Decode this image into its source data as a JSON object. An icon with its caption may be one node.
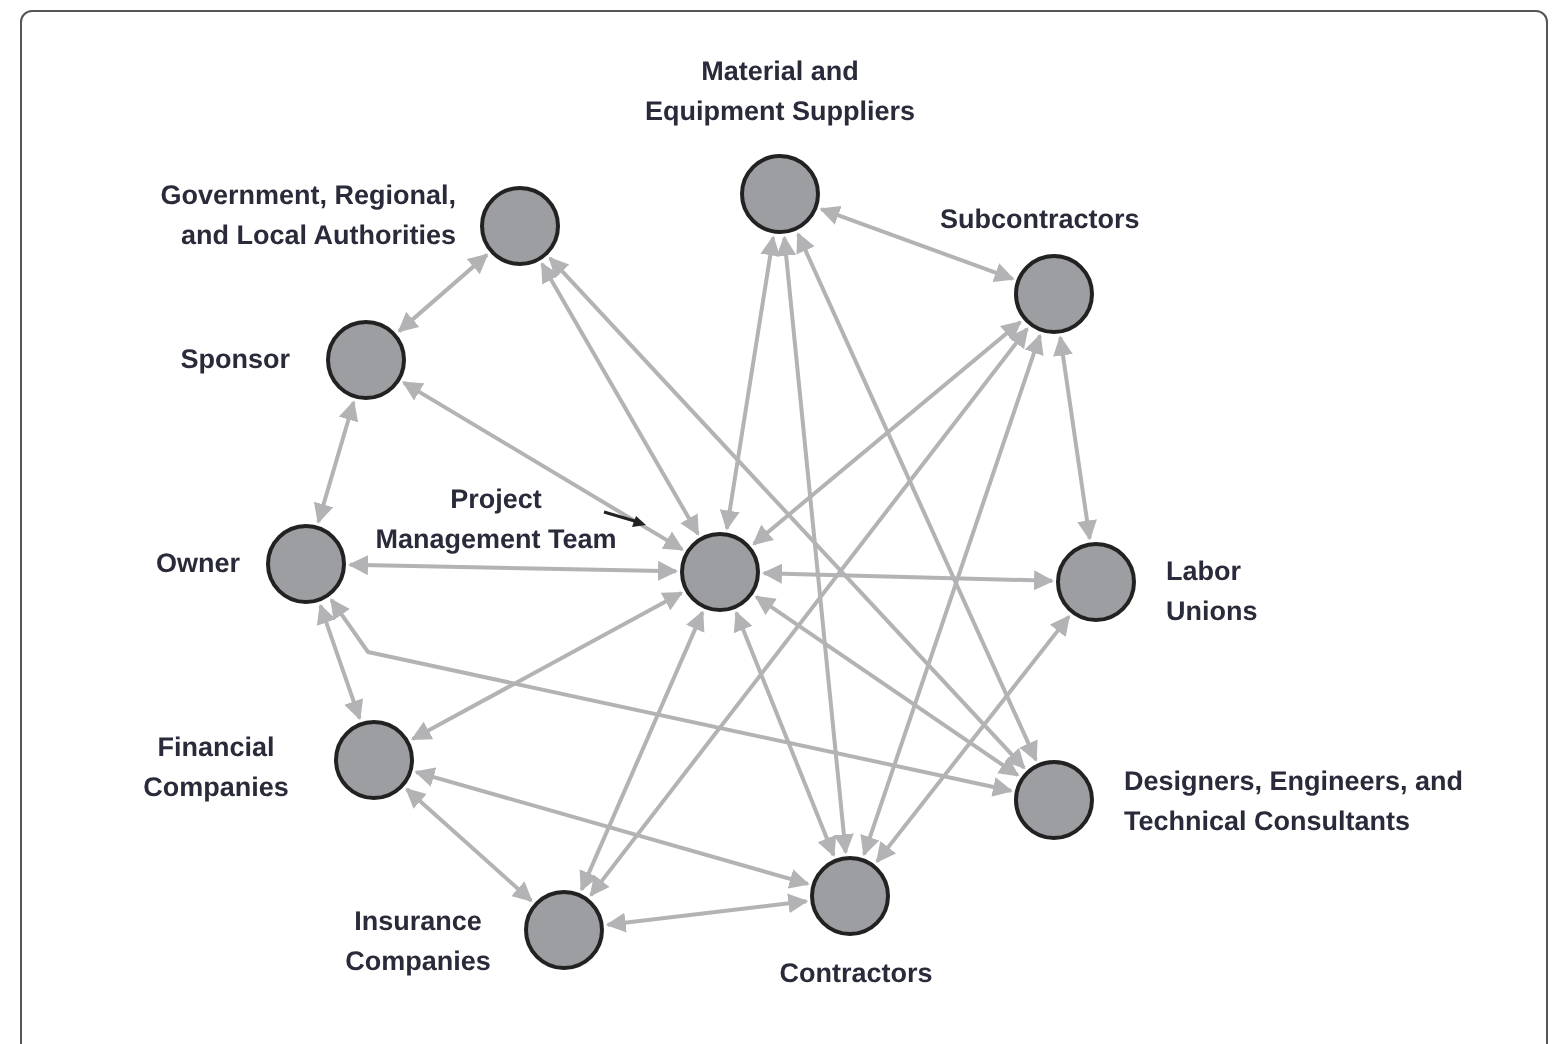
{
  "diagram": {
    "nodes": [
      {
        "text": [
          "Material and Equipment Suppliers"
        ]
      },
      {
        "text": [
          "Government, Regional, and Local Authorities"
        ]
      },
      {
        "text": [
          "Subcontractors"
        ]
      },
      {
        "text": [
          "Sponsor"
        ]
      },
      {
        "text": [
          "Owner"
        ]
      },
      {
        "text": [
          "Project Management Team"
        ]
      },
      {
        "text": [
          "Labor Unions"
        ]
      },
      {
        "text": [
          "Financial Companies"
        ]
      },
      {
        "text": [
          "Designers, Engineers, and Technical Consultants"
        ]
      },
      {
        "text": [
          "Insurance Companies"
        ]
      },
      {
        "text": [
          "Contractors"
        ]
      }
    ],
    "edges": [
      {
        "from": 1,
        "to": 3,
        "arrow": "both"
      },
      {
        "from": 3,
        "to": 4,
        "arrow": "both"
      },
      {
        "from": 4,
        "to": 7,
        "arrow": "both"
      },
      {
        "from": 7,
        "to": 9,
        "arrow": "both"
      },
      {
        "from": 9,
        "to": 10,
        "arrow": "both"
      },
      {
        "from": 0,
        "to": 2,
        "arrow": "both"
      },
      {
        "from": 2,
        "to": 6,
        "arrow": "both"
      },
      {
        "from": 1,
        "to": 5,
        "arrow": "both"
      },
      {
        "from": 1,
        "to": 8,
        "arrow": "both"
      },
      {
        "from": 3,
        "to": 5,
        "arrow": "both"
      },
      {
        "from": 4,
        "to": 5,
        "arrow": "both"
      },
      {
        "from": 4,
        "to": 8,
        "arrow": "both"
      },
      {
        "from": 5,
        "to": 6,
        "arrow": "both"
      },
      {
        "from": 5,
        "to": 7,
        "arrow": "both"
      },
      {
        "from": 5,
        "to": 9,
        "arrow": "both"
      },
      {
        "from": 5,
        "to": 10,
        "arrow": "both"
      },
      {
        "from": 5,
        "to": 8,
        "arrow": "both"
      },
      {
        "from": 5,
        "to": 0,
        "arrow": "both"
      },
      {
        "from": 5,
        "to": 2,
        "arrow": "both"
      },
      {
        "from": 0,
        "to": 10,
        "arrow": "both"
      },
      {
        "from": 0,
        "to": 8,
        "arrow": "both"
      },
      {
        "from": 2,
        "to": 9,
        "arrow": "both"
      },
      {
        "from": 2,
        "to": 10,
        "arrow": "both"
      },
      {
        "from": 6,
        "to": 10,
        "arrow": "both"
      },
      {
        "from": 7,
        "to": 10,
        "arrow": "both"
      }
    ]
  }
}
